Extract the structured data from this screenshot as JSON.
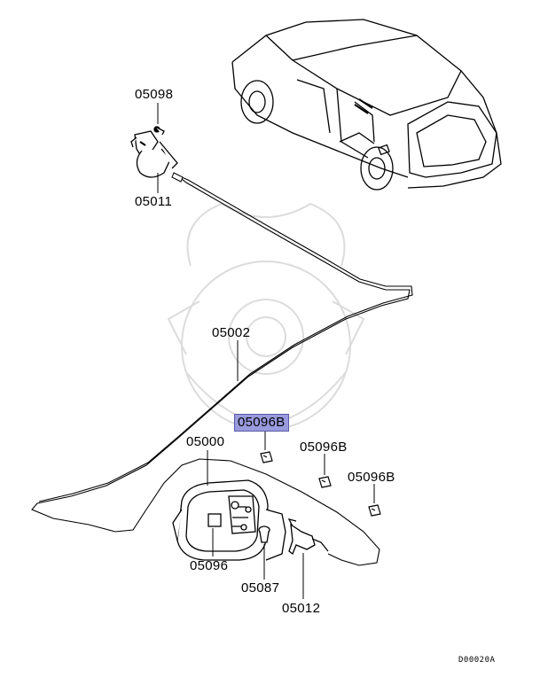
{
  "labels": {
    "p05098": "05098",
    "p05011": "05011",
    "p05002": "05002",
    "p05096b_hl": "05096B",
    "p05000": "05000",
    "p05096b_a": "05096B",
    "p05096b_b": "05096B",
    "p05096": "05096",
    "p05087": "05087",
    "p05012": "05012"
  },
  "diagram_code": "D00020A",
  "colors": {
    "highlight": "#9a9ade",
    "line": "#000000",
    "watermark": "#dcdcdc"
  }
}
